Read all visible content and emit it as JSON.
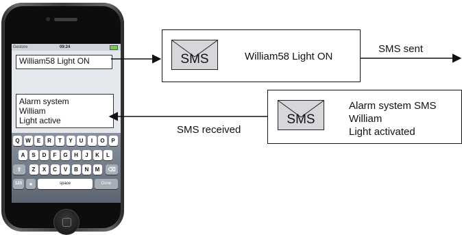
{
  "phone": {
    "carrier": "Gestore",
    "time": "09:24",
    "outgoing_message": "William58 Light ON",
    "incoming_message": [
      "Alarm system",
      "William",
      "Light active"
    ],
    "keyboard": {
      "row1": [
        "Q",
        "W",
        "E",
        "R",
        "T",
        "Y",
        "U",
        "I",
        "O",
        "P"
      ],
      "row2": [
        "A",
        "S",
        "D",
        "F",
        "G",
        "H",
        "J",
        "K",
        "L"
      ],
      "row3": [
        "Z",
        "X",
        "C",
        "V",
        "B",
        "N",
        "M"
      ],
      "numbers_key": "123",
      "space_key": "space",
      "done_key": "Done"
    }
  },
  "sent_box": {
    "envelope_label": "SMS",
    "message": "William58 Light ON"
  },
  "sent_arrow_label": "SMS sent",
  "received_box": {
    "envelope_label": "SMS",
    "lines": [
      "Alarm system SMS",
      "William",
      "Light activated"
    ]
  },
  "received_arrow_label": "SMS received"
}
